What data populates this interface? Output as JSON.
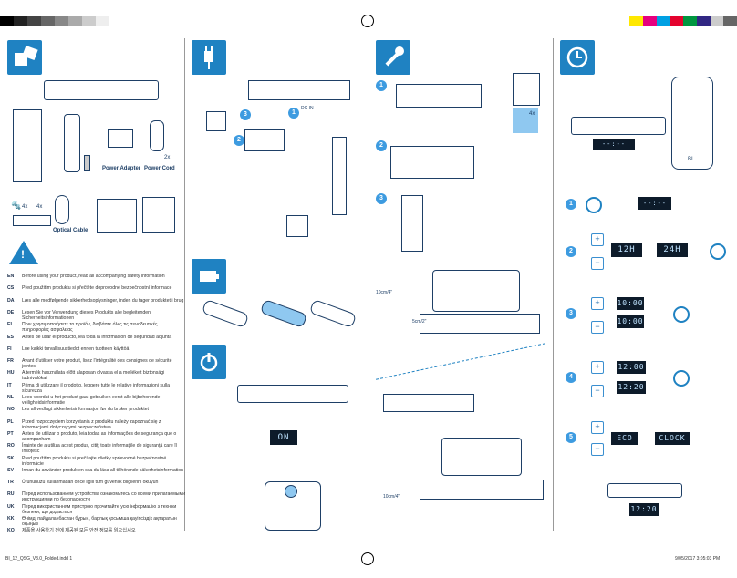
{
  "panel1": {
    "labels": {
      "power_adapter": "Power Adapter",
      "power_cord": "Power Cord",
      "cord_count": "2x",
      "optical_cable": "Optical Cable",
      "screw_a": "4x",
      "screw_b": "4x"
    },
    "languages": [
      {
        "code": "EN",
        "text": "Before using your product, read all accompanying safety information"
      },
      {
        "code": "CS",
        "text": "Před použitím produktu si přečtěte doprovodné bezpečnostní informace"
      },
      {
        "code": "DA",
        "text": "Læs alle medfølgende sikkerhedsoplysninger, inden du tager produktet i brug"
      },
      {
        "code": "DE",
        "text": "Lesen Sie vor Verwendung dieses Produkts alle begleitenden Sicherheitsinformationen"
      },
      {
        "code": "EL",
        "text": "Πριν χρησιμοποιήσετε το προϊόν, διαβάστε όλες τις συνοδευτικές πληροφορίες ασφαλείας"
      },
      {
        "code": "ES",
        "text": "Antes de usar el producto, lea toda la información de seguridad adjunta"
      },
      {
        "code": "FI",
        "text": "Lue kaikki turvallisuustiedot ennen tuotteen käyttöä"
      },
      {
        "code": "FR",
        "text": "Avant d'utiliser votre produit, lisez l'intégralité des consignes de sécurité jointes"
      },
      {
        "code": "HU",
        "text": "A termék használata előtt alaposan olvassa el a mellékelt biztonsági tudnivalókat"
      },
      {
        "code": "IT",
        "text": "Prima di utilizzare il prodotto, leggere tutte le relative informazioni sulla sicurezza"
      },
      {
        "code": "NL",
        "text": "Lees voordat u het product gaat gebruiken eerst alle bijbehorende veiligheidsinformatie"
      },
      {
        "code": "NO",
        "text": "Les all vedlagt sikkerhetsinformasjon før du bruker produktet"
      },
      {
        "code": "PL",
        "text": "Przed rozpoczęciem korzystania z produktu należy zapoznać się z informacjami dotyczącymi bezpieczeństwa"
      },
      {
        "code": "PT",
        "text": "Antes de utilizar o produto, leia todas as informações de segurança que o acompanham"
      },
      {
        "code": "RO",
        "text": "Înainte de a utiliza acest produs, citiți toate informațiile de siguranță care îl însoțesc"
      },
      {
        "code": "SK",
        "text": "Pred použitím produktu si prečítajte všetky sprievodné bezpečnostné informácie"
      },
      {
        "code": "SV",
        "text": "Innan du använder produkten ska du läsa all tillhörande säkerhetsinformation"
      },
      {
        "code": "TR",
        "text": "Ürününüzü kullanmadan önce ilgili tüm güvenlik bilgilerini okuyun"
      },
      {
        "code": "RU",
        "text": "Перед использованием устройства ознакомьтесь со всеми прилагаемыми инструкциями по безопасности"
      },
      {
        "code": "UK",
        "text": "Перед використанням пристрою прочитайте усю інформацію з техніки безпеки, що додається"
      },
      {
        "code": "KK",
        "text": "Өнімді пайдаланбастан бұрын, барлық қосымша қауіпсіздік ақпаратын оқыңыз"
      },
      {
        "code": "KO",
        "text": "제품을 사용하기 전에 제공된 모든 안전 정보를 읽으십시오"
      }
    ]
  },
  "panel2": {
    "dc_in": "DC IN",
    "step1": "1",
    "step2": "2",
    "step3": "3",
    "display_on": "ON"
  },
  "panel3": {
    "step1": "1",
    "step2": "2",
    "step3": "3",
    "wall_gap": "10cm/4\"",
    "table_gap": "5cm/2\"",
    "table_gap2": "10cm/4\"",
    "screws": "4x"
  },
  "panel4": {
    "steps": [
      "1",
      "2",
      "3",
      "4",
      "5"
    ],
    "clock_display": "--:--",
    "format_12": "12H",
    "format_24": "24H",
    "hour_display": "10:00",
    "hour_display_b": "10:00",
    "time_display": "12:00",
    "time_display_b": "12:20",
    "eco": "ECO",
    "clock_mode": "CLOCK",
    "final_display": "12:20",
    "remote_label": "BI"
  },
  "footer": {
    "left": "BI_12_QSG_V3.0_Folded.indd  1",
    "right": "9/05/2017  3:05:03 PM"
  },
  "colors": {
    "accent": "#1f82c2",
    "light_blue": "#8fc8f0",
    "dark": "#1e3f66"
  }
}
